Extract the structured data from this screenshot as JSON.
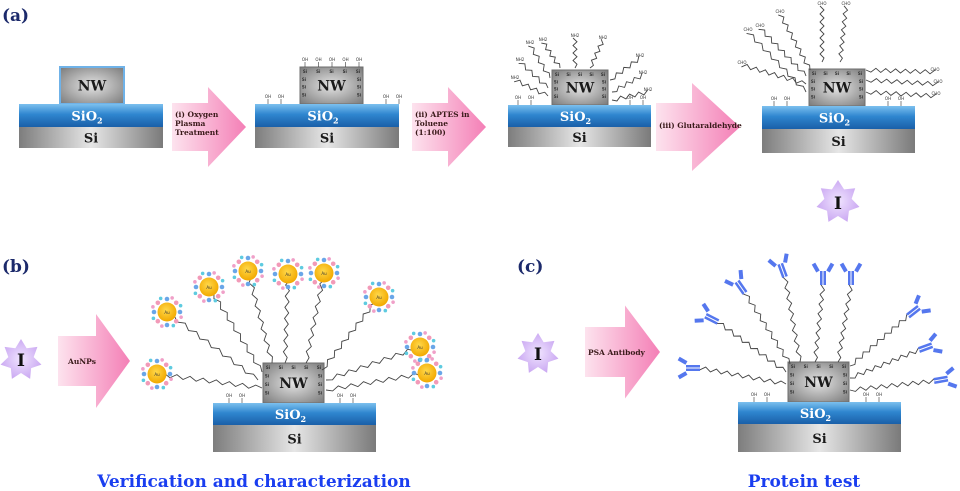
{
  "panels": {
    "a": {
      "label": "(a)",
      "stages": [
        {
          "nw": "NW",
          "sio2": "SiO",
          "sio2_sub": "2",
          "si": "Si",
          "surface": "bare"
        },
        {
          "nw": "NW",
          "sio2": "SiO",
          "sio2_sub": "2",
          "si": "Si",
          "surface": "hydroxyl"
        },
        {
          "nw": "NW",
          "sio2": "SiO",
          "sio2_sub": "2",
          "si": "Si",
          "surface": "aptes"
        },
        {
          "nw": "NW",
          "sio2": "SiO",
          "sio2_sub": "2",
          "si": "Si",
          "surface": "glutaraldehyde"
        }
      ],
      "arrows": [
        {
          "lines": [
            "(i) Oxygen",
            "Plasma",
            "Treatment"
          ]
        },
        {
          "lines": [
            "(ii) APTES in",
            "Toluene",
            "(1:100)"
          ]
        },
        {
          "lines": [
            "(iii) Glutaraldehyde"
          ]
        }
      ],
      "intermediate_marker": "I"
    },
    "b": {
      "label": "(b)",
      "start_marker": "I",
      "arrow": {
        "lines": [
          "AuNPs"
        ]
      },
      "stage": {
        "nw": "NW",
        "sio2": "SiO",
        "sio2_sub": "2",
        "si": "Si"
      },
      "particle_label": "Au",
      "particle_count": 9,
      "caption": "Verification and characterization"
    },
    "c": {
      "label": "(c)",
      "start_marker": "I",
      "arrow": {
        "lines": [
          "PSA Antibody"
        ]
      },
      "stage": {
        "nw": "NW",
        "sio2": "SiO",
        "sio2_sub": "2",
        "si": "Si"
      },
      "antibody_count": 9,
      "caption": "Protein test"
    }
  },
  "chem_labels": {
    "hydroxyl": "OH",
    "silicon": "Si",
    "aldehyde": "CHO",
    "amine": "NH2"
  },
  "colors": {
    "panel_label": "#1c2a6b",
    "caption": "#1a3ef0",
    "sio2": "#2f86cf",
    "arrow": "#f48fbf",
    "star": "#c8a6f2",
    "gold": "#f7b500",
    "antibody": "#5577ee"
  }
}
